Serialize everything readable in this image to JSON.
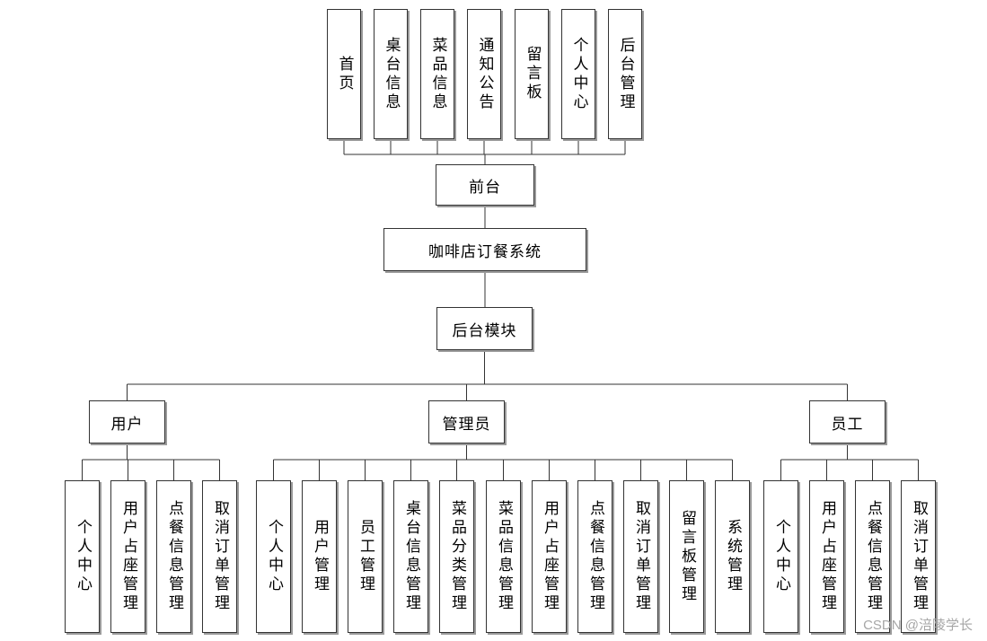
{
  "diagram": {
    "top_items": [
      "首页",
      "桌台信息",
      "菜品信息",
      "通知公告",
      "留言板",
      "个人中心",
      "后台管理"
    ],
    "front": "前台",
    "system": "咖啡店订餐系统",
    "backend": "后台模块",
    "roles": [
      {
        "name": "用户",
        "items": [
          "个人中心",
          "用户占座管理",
          "点餐信息管理",
          "取消订单管理"
        ]
      },
      {
        "name": "管理员",
        "items": [
          "个人中心",
          "用户管理",
          "员工管理",
          "桌台信息管理",
          "菜品分类管理",
          "菜品信息管理",
          "用户占座管理",
          "点餐信息管理",
          "取消订单管理",
          "留言板管理",
          "系统管理"
        ]
      },
      {
        "name": "员工",
        "items": [
          "个人中心",
          "用户占座管理",
          "点餐信息管理",
          "取消订单管理"
        ]
      }
    ]
  },
  "watermark": "CSDN @涪陵学长"
}
